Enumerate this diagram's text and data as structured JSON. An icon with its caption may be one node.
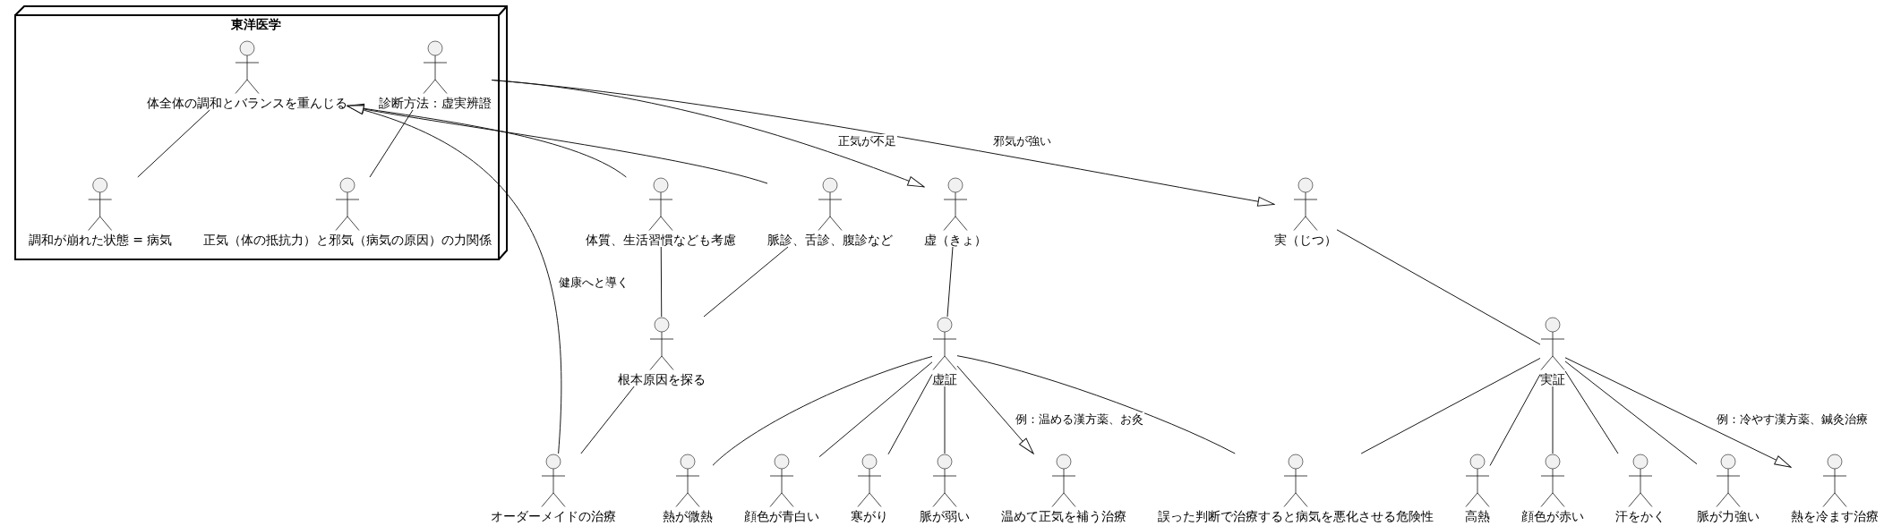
{
  "diagram": {
    "nodes": [
      {
        "text": [
          "東洋医学"
        ]
      },
      {
        "text": [
          "体全体の調和とバランスを重んじる"
        ],
        "in": 0
      },
      {
        "text": [
          "診断方法：虚実辨證"
        ],
        "in": 0
      },
      {
        "text": [
          "調和が崩れた状態 = 病気"
        ],
        "in": 0
      },
      {
        "text": [
          "正気（体の抵抗力）と邪気（病気の原因）の力関係"
        ],
        "in": 0
      },
      {
        "text": [
          "体質、生活習慣なども考慮"
        ]
      },
      {
        "text": [
          "脈診、舌診、腹診など"
        ]
      },
      {
        "text": [
          "虚（きょ）"
        ]
      },
      {
        "text": [
          "実（じつ）"
        ]
      },
      {
        "text": [
          "根本原因を探る"
        ]
      },
      {
        "text": [
          "虚証"
        ]
      },
      {
        "text": [
          "実証"
        ]
      },
      {
        "text": [
          "オーダーメイドの治療"
        ]
      },
      {
        "text": [
          "熱が微熱"
        ]
      },
      {
        "text": [
          "顔色が青白い"
        ]
      },
      {
        "text": [
          "寒がり"
        ]
      },
      {
        "text": [
          "脈が弱い"
        ]
      },
      {
        "text": [
          "温めて正気を補う治療"
        ]
      },
      {
        "text": [
          "誤った判断で治療すると病気を悪化させる危険性"
        ]
      },
      {
        "text": [
          "高熱"
        ]
      },
      {
        "text": [
          "顔色が赤い"
        ]
      },
      {
        "text": [
          "汗をかく"
        ]
      },
      {
        "text": [
          "脈が力強い"
        ]
      },
      {
        "text": [
          "熱を冷ます治療"
        ]
      }
    ],
    "edges": [
      {
        "from": 1,
        "to": 3,
        "arrow": "none"
      },
      {
        "from": 2,
        "to": 4,
        "arrow": "none"
      },
      {
        "from": 5,
        "to": 1,
        "arrow": "to"
      },
      {
        "from": 6,
        "to": 1,
        "arrow": "to"
      },
      {
        "from": 12,
        "to": 1,
        "arrow": "to",
        "label": "健康へと導く"
      },
      {
        "from": 2,
        "to": 7,
        "arrow": "to",
        "label": "正気が不足"
      },
      {
        "from": 2,
        "to": 8,
        "arrow": "to",
        "label": "邪気が強い"
      },
      {
        "from": 5,
        "to": 9,
        "arrow": "none"
      },
      {
        "from": 6,
        "to": 9,
        "arrow": "none"
      },
      {
        "from": 7,
        "to": 10,
        "arrow": "none"
      },
      {
        "from": 8,
        "to": 11,
        "arrow": "none"
      },
      {
        "from": 9,
        "to": 12,
        "arrow": "none"
      },
      {
        "from": 10,
        "to": 13,
        "arrow": "none"
      },
      {
        "from": 10,
        "to": 14,
        "arrow": "none"
      },
      {
        "from": 10,
        "to": 15,
        "arrow": "none"
      },
      {
        "from": 10,
        "to": 16,
        "arrow": "none"
      },
      {
        "from": 10,
        "to": 17,
        "arrow": "to",
        "label": "例：温める漢方薬、お灸"
      },
      {
        "from": 10,
        "to": 18,
        "arrow": "none"
      },
      {
        "from": 11,
        "to": 18,
        "arrow": "none"
      },
      {
        "from": 11,
        "to": 19,
        "arrow": "none"
      },
      {
        "from": 11,
        "to": 20,
        "arrow": "none"
      },
      {
        "from": 11,
        "to": 21,
        "arrow": "none"
      },
      {
        "from": 11,
        "to": 22,
        "arrow": "none"
      },
      {
        "from": 11,
        "to": 23,
        "arrow": "to",
        "label": "例：冷やす漢方薬、鍼灸治療"
      }
    ]
  }
}
